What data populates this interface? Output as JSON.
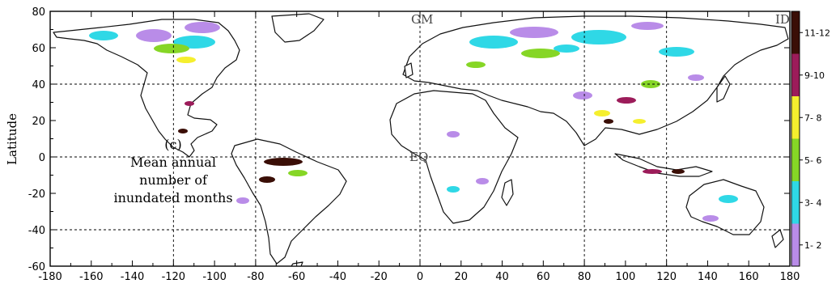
{
  "map": {
    "ylabel": "Latitude",
    "x_ticks": [
      "-180",
      "-160",
      "-140",
      "-120",
      "-100",
      "-80",
      "-60",
      "-40",
      "-20",
      "0",
      "20",
      "40",
      "60",
      "80",
      "100",
      "120",
      "140",
      "160",
      "180"
    ],
    "y_ticks": [
      "80",
      "60",
      "40",
      "20",
      "0",
      "-20",
      "-40",
      "-60"
    ],
    "x_range": [
      -180,
      180
    ],
    "y_range": [
      -60,
      80
    ],
    "grid_lon": [
      -120,
      -80,
      0,
      80,
      120
    ],
    "grid_lat": [
      40,
      0,
      -40
    ],
    "annotation": {
      "label": "(c)",
      "lines": [
        "Mean annual",
        "number of",
        "inundated months"
      ]
    },
    "markers": {
      "gm": "GM",
      "eq": "EQ",
      "idl": "ID"
    },
    "colorbar": {
      "labels": [
        "11-12",
        "9-10",
        "7- 8",
        "5- 6",
        "3- 4",
        "1- 2"
      ],
      "colors": [
        "#3a0e06",
        "#9c1c5a",
        "#f5ef2e",
        "#86d626",
        "#2fd8e6",
        "#b98ce8"
      ]
    }
  }
}
